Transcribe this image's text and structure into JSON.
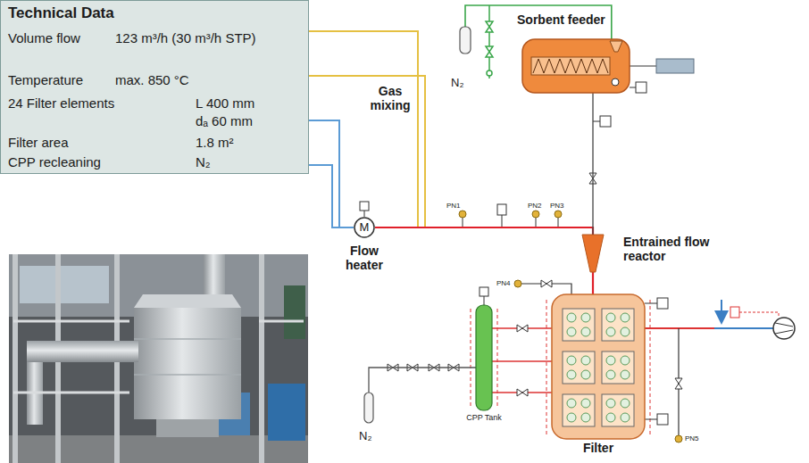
{
  "diagram": {
    "nodes": [
      {
        "text": [
          "Technical Data",
          "Volume flow",
          "123 m³/h (30 m³/h STP)",
          "Temperature",
          "max. 850 °C",
          "24 Filter elements",
          "L 400 mm",
          "dₐ 60 mm",
          "Filter area",
          "1.8 m²",
          "CPP recleaning",
          "N₂"
        ]
      },
      {
        "text": [
          "N₂"
        ]
      },
      {
        "text": [
          "Sorbent feeder"
        ]
      },
      {
        "text": [
          "M",
          "Flow heater"
        ]
      },
      {
        "text": [
          "Entrained flow reactor"
        ]
      },
      {
        "text": [
          "Filter"
        ]
      },
      {
        "text": [
          "CPP Tank"
        ]
      },
      {
        "text": [
          "N₂"
        ]
      }
    ],
    "edges": [
      {
        "from": 1,
        "to": 2,
        "arrow": "none"
      },
      {
        "from": 3,
        "to": 4,
        "arrow": "none"
      },
      {
        "from": 2,
        "to": 4,
        "arrow": "none"
      },
      {
        "from": 4,
        "to": 5,
        "arrow": "none"
      },
      {
        "from": 7,
        "to": 6,
        "arrow": "none"
      },
      {
        "from": 6,
        "to": 5,
        "arrow": "none"
      }
    ],
    "labels": [
      "Gas mixing",
      "PN1",
      "PN2",
      "PN3",
      "PN4",
      "PN5"
    ]
  }
}
